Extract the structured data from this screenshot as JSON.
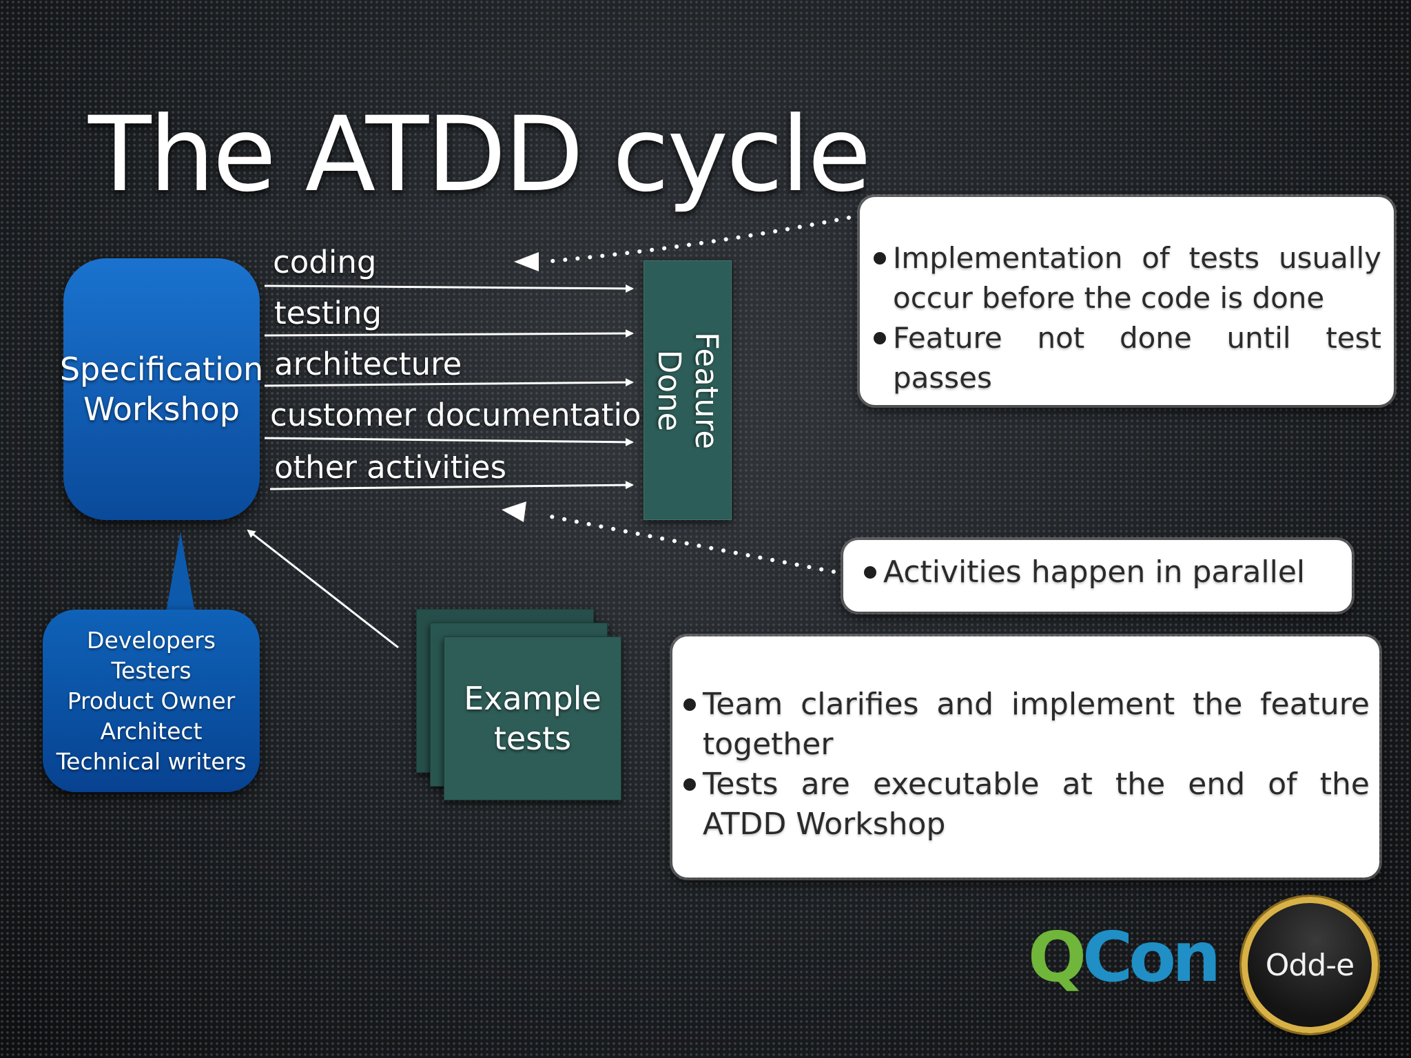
{
  "slide": {
    "title": "The ATDD cycle"
  },
  "spec_workshop": {
    "lines": [
      "Specification",
      "Workshop"
    ]
  },
  "participants": [
    "Developers",
    "Testers",
    "Product Owner",
    "Architect",
    "Technical writers"
  ],
  "activities": [
    "coding",
    "testing",
    "architecture",
    "customer documentation",
    "other activities"
  ],
  "feature_done": {
    "lines": [
      "Feature",
      "Done"
    ]
  },
  "example_tests": {
    "lines": [
      "Example",
      "tests"
    ]
  },
  "notes": {
    "top": [
      "Implementation of tests usually occur before the code is done",
      "Feature not done until test passes"
    ],
    "middle": [
      "Activities happen in parallel"
    ],
    "bottom": [
      "Team clarifies and implement the feature together",
      "Tests are executable at the end of the ATDD Workshop"
    ]
  },
  "logos": {
    "qcon_q": "Q",
    "qcon_rest": "Con",
    "odde": "Odd-e"
  },
  "colors": {
    "background": "#15181b",
    "spec_blue": "#1a73cf",
    "teal_box": "#2d5d58",
    "qcon_green": "#7cc242",
    "qcon_blue": "#1f8fc6",
    "odde_gold": "#d8b247"
  }
}
